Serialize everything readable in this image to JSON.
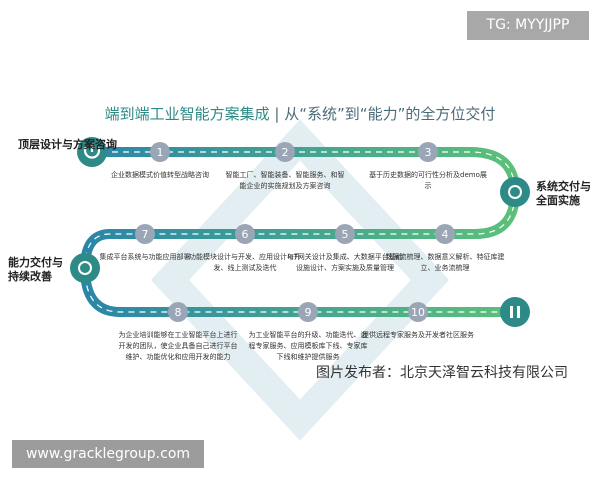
{
  "tg_label": "TG: MYYJJPP",
  "website": "www.gracklegroup.com",
  "title": {
    "main": "端到端工业智能方案集成",
    "separator": "|",
    "sub": "从“系统”到“能力”的全方位交付"
  },
  "stages": {
    "start": "顶层设计与方案咨询",
    "delivery": "系统交付与全面实施",
    "capability": "能力交付与持续改善"
  },
  "steps": [
    {
      "n": "1",
      "desc": "企业数据模式价值转型战略咨询"
    },
    {
      "n": "2",
      "desc": "智能工厂、智能装备、智能服务、和智能企业的实施规划及方案咨询"
    },
    {
      "n": "3",
      "desc": "基于历史数据的可行性分析及demo展示"
    },
    {
      "n": "4",
      "desc": "数据流梳理、数据意义解析、特征库建立、业务流梳理"
    },
    {
      "n": "5",
      "desc": "IoT网关设计及集成、大数据平台基础设施设计、方案实施及质量管理"
    },
    {
      "n": "6",
      "desc": "功能模块设计与开发、应用设计与开发、线上测试及迭代"
    },
    {
      "n": "7",
      "desc": "集成平台系统与功能应用部署"
    },
    {
      "n": "8",
      "desc": "为企业培训能够在工业智能平台上进行开发的团队，使企业具备自己进行平台维护、功能优化和应用开发的能力"
    },
    {
      "n": "9",
      "desc": "为工业智能平台的升级、功能迭代、远程专家服务、应用模板库下线、专家库下线和维护提供服务"
    },
    {
      "n": "10",
      "desc": "提供远程专家服务及开发者社区服务"
    }
  ],
  "publisher": "图片发布者：北京天泽智云科技有限公司",
  "colors": {
    "teal": "#2d8a86",
    "blue": "#2a86a8",
    "green": "#4fb07a",
    "node": "#9aa6b6"
  }
}
